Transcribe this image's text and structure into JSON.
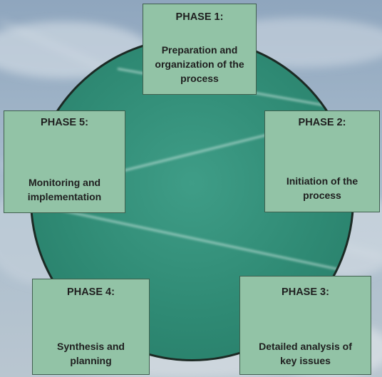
{
  "phases": [
    {
      "title": "PHASE 1:",
      "desc": "Preparation and organization of the process"
    },
    {
      "title": "PHASE 2:",
      "desc": "Initiation of the process"
    },
    {
      "title": "PHASE 3:",
      "desc": "Detailed analysis of key issues"
    },
    {
      "title": "PHASE 4:",
      "desc": "Synthesis and planning"
    },
    {
      "title": "PHASE 5:",
      "desc": "Monitoring and implementation"
    }
  ],
  "colors": {
    "box_fill": "#92c3a6",
    "circle_fill": "#2f8a74",
    "sky": "#9eb3c7"
  }
}
